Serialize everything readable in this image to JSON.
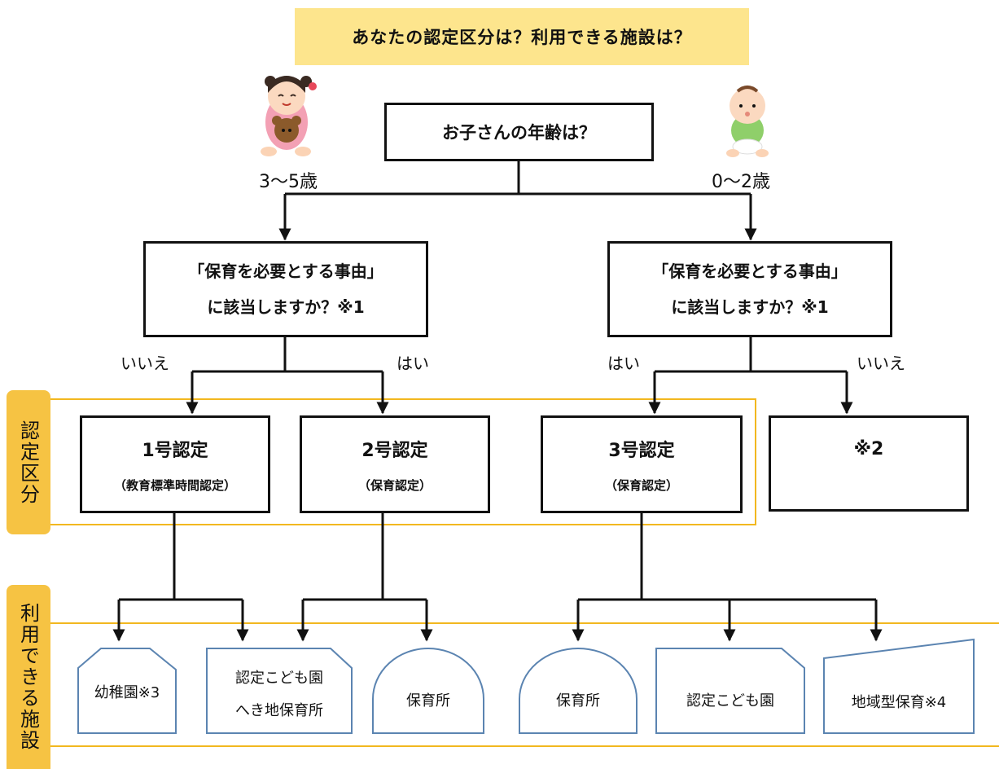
{
  "title": "あなたの認定区分は？利用できる施設は？",
  "age_question": "お子さんの年齢は？",
  "age_left": "3～5歳",
  "age_right": "0～2歳",
  "left_question": {
    "line1": "「保育を必要とする事由」",
    "line2": "に該当しますか？※1"
  },
  "right_question": {
    "line1": "「保育を必要とする事由」",
    "line2": "に該当しますか？※1"
  },
  "branches": {
    "left_no": "いいえ",
    "left_yes": "はい",
    "right_yes": "はい",
    "right_no": "いいえ"
  },
  "certifications": {
    "c1": {
      "title": "1号認定",
      "sub": "（教育標準時間認定）"
    },
    "c2": {
      "title": "2号認定",
      "sub": "（保育認定）"
    },
    "c3": {
      "title": "3号認定",
      "sub": "（保育認定）"
    },
    "c4": {
      "title": "※2"
    }
  },
  "section_labels": {
    "certification": "認定区分",
    "facilities": "利用できる施設"
  },
  "facilities": {
    "kindergarten": "幼稚園※3",
    "nintei_remote": {
      "line1": "認定こども園",
      "line2": "へき地保育所"
    },
    "nursery_left": "保育所",
    "nursery_right": "保育所",
    "nintei": "認定こども園",
    "community": "地域型保育※4"
  },
  "colors": {
    "banner": "#fde58d",
    "tab": "#f6c343",
    "frame": "#f2b81f",
    "facility_stroke": "#5b84b1"
  }
}
